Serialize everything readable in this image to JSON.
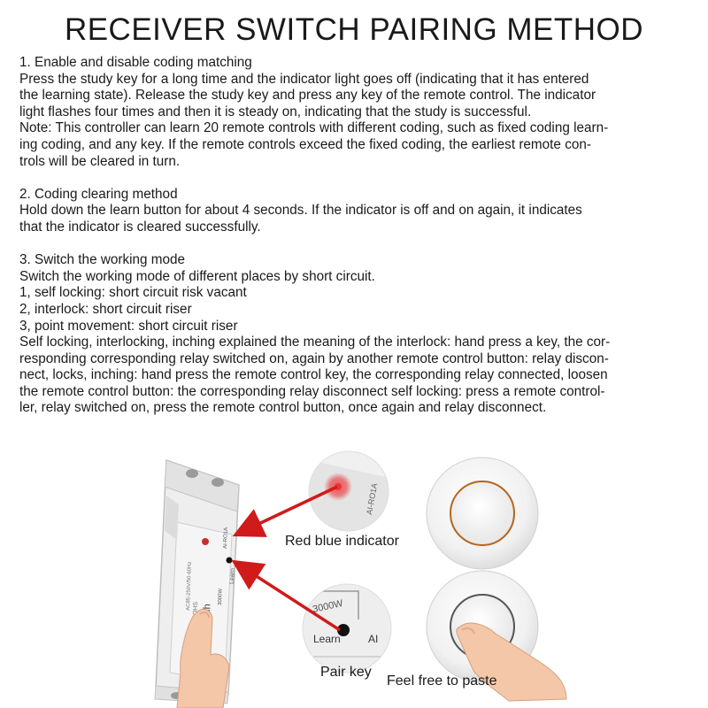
{
  "title": "RECEIVER SWITCH PAIRING METHOD",
  "sections": [
    {
      "lines": [
        "1. Enable and disable coding matching",
        "Press the study key for a long time and the indicator light goes off (indicating that it has entered",
        "the learning state). Release the study key and press any key of the remote control. The indicator",
        "light flashes four times and then it is steady on, indicating that the study is successful.",
        "Note: This controller can learn 20 remote controls with different coding, such as fixed coding learn-",
        "ing coding, and any key. If the remote controls exceed the fixed coding, the earliest remote con-",
        "trols will be cleared in turn."
      ]
    },
    {
      "lines": [
        "2. Coding clearing method",
        "Hold down the learn button for about 4 seconds. If the indicator is off and on again, it indicates",
        "that the indicator is cleared successfully."
      ]
    },
    {
      "lines": [
        "3. Switch the working mode",
        "Switch the working mode of different places by short circuit.",
        "1, self locking: short circuit risk vacant",
        "2, interlock: short circuit riser",
        "3, point movement: short circuit riser",
        "Self locking, interlocking, inching explained the meaning of the interlock: hand press a key, the cor-",
        "responding corresponding relay switched on, again by another remote control button: relay discon-",
        "nect, locks, inching: hand press the remote control key, the corresponding relay connected, loosen",
        "the remote control button: the corresponding relay disconnect self locking: press a remote control-",
        "ler, relay switched on, press the remote control button, once again and relay disconnect."
      ]
    }
  ],
  "captions": {
    "indicator": "Red blue indicator",
    "pair": "Pair key",
    "paste": "Feel free to paste"
  },
  "device_labels": {
    "brand": "aipetech",
    "rating": "AC85-250V/50-60Hz",
    "cert": "CE ROHS",
    "learn": "Learn",
    "model": "AI-RO1A",
    "power": "3000W",
    "learn_zoom": "Learn",
    "model_zoom": "AI-RO1A",
    "power_zoom": "3000W",
    "zoom_tail": "AI"
  },
  "colors": {
    "arrow": "#d11a1a",
    "indicator_led": "#e8353a",
    "button_ring": "#b5651d"
  },
  "icons": [
    "receiver-module-image",
    "led-closeup-image",
    "learn-button-closeup-image",
    "wall-switch-image",
    "hand-pressing-image"
  ]
}
